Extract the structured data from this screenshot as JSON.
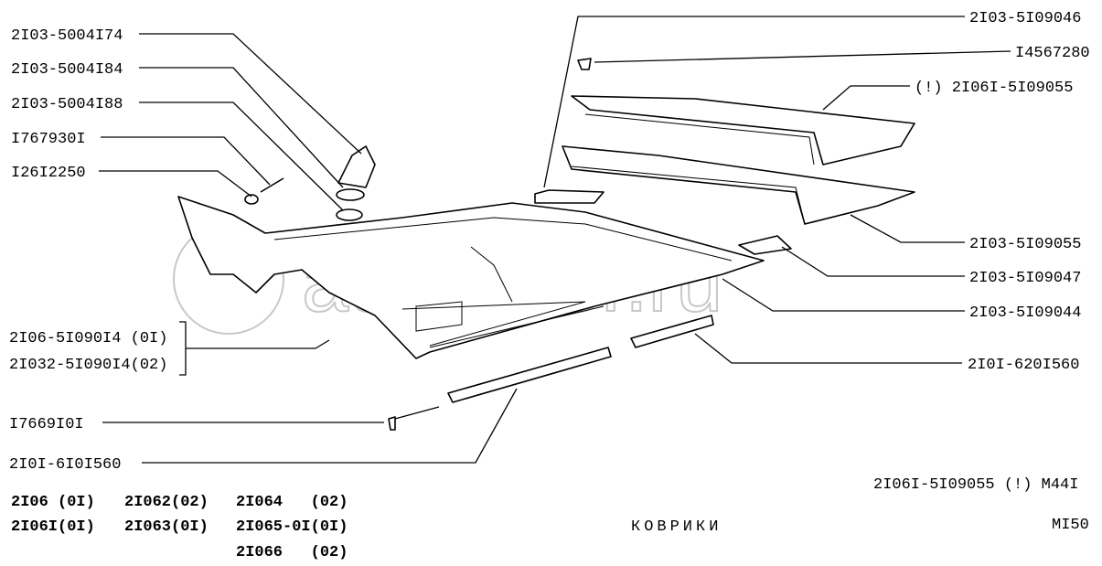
{
  "labels_left": {
    "boot": "2I03-5004I74",
    "ring": "2I03-5004I84",
    "seal": "2I03-5004I88",
    "screw": "I767930I",
    "plug": "I26I2250",
    "mat_01": "2I06-5I090I4 (0I)",
    "mat_02": "2I032-5I090I4(02)",
    "screw2": "I7669I0I",
    "sill_front": "2I0I-6I0I560"
  },
  "labels_right": {
    "pad_top": "2I03-5I09046",
    "clip": "I4567280",
    "rear_mat_new": "(!) 2I06I-5I09055",
    "rear_mat": "2I03-5I09055",
    "pad_side": "2I03-5I09047",
    "trunk_mat": "2I03-5I09044",
    "sill_rear": "2I0I-620I560"
  },
  "note": "2I06I-5I09055 (!) M44I",
  "models": [
    "2I06 (0I)",
    "2I062(02)",
    "2I064   (02)",
    "2I06I(0I)",
    "2I063(0I)",
    "2I065-0I(0I)",
    "2I066   (02)"
  ],
  "title": "КОВРИКИ",
  "page_code": "MI50",
  "watermark": "autopiter.ru"
}
